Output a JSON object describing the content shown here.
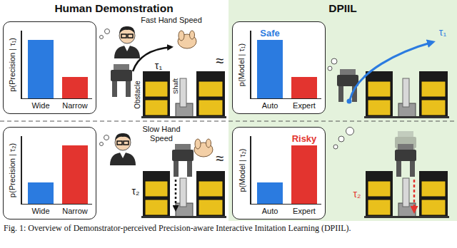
{
  "diagram": {
    "caption": "Fig. 1: Overview of Demonstrator-perceived Precision-aware Interactive Imitation Learning (DPIIL).",
    "nodes": [
      {
        "text": [
          "Human Demonstration"
        ]
      },
      {
        "text": [
          "p(Precision | τ₁)",
          "Wide",
          "Narrow"
        ],
        "in": 0
      },
      {
        "text": [
          "p(Precision | τ₂)",
          "Wide",
          "Narrow"
        ],
        "in": 0
      },
      {
        "text": [
          "DPIIL"
        ]
      },
      {
        "text": [
          "p(Model | τ₁)",
          "Safe",
          "Auto",
          "Expert"
        ],
        "in": 3
      },
      {
        "text": [
          "p(Model | τ₂)",
          "Risky",
          "Auto",
          "Expert"
        ],
        "in": 3
      }
    ],
    "labels": [
      "Fast Hand Speed",
      "τ₁",
      "Obstacle",
      "Shaft",
      "≈",
      "Slow Hand Speed",
      "τ₂",
      "≈",
      "τ₁",
      "τ₂"
    ]
  }
}
